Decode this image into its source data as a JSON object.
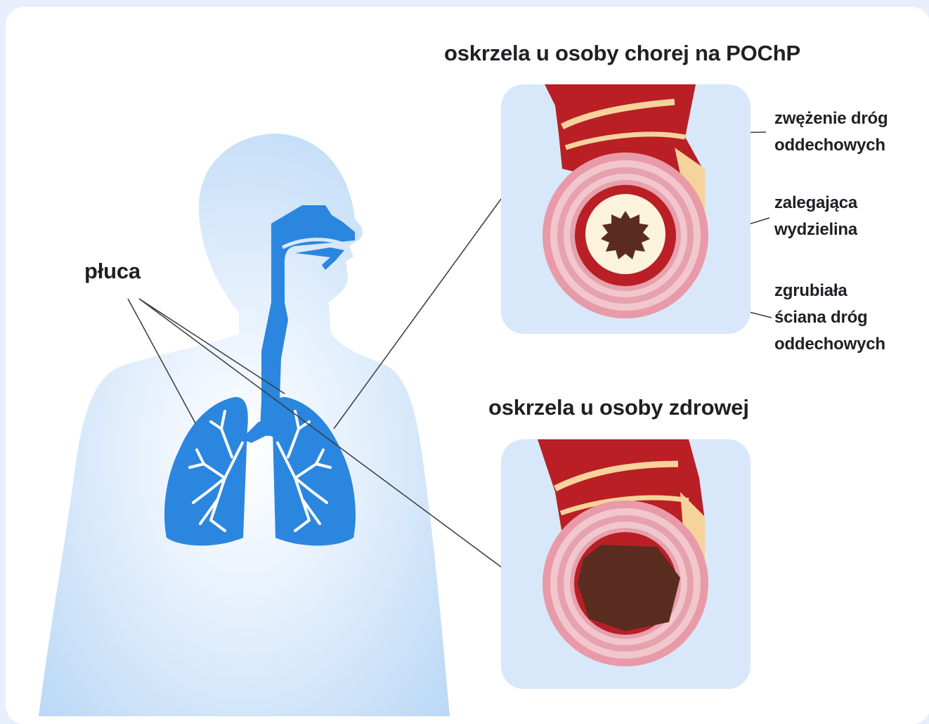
{
  "titles": {
    "sick": "oskrzela u osoby chorej na POChP",
    "healthy": "oskrzela u osoby zdrowej"
  },
  "labels": {
    "lungs": "płuca",
    "narrowing": [
      "zwężenie dróg",
      "oddechowych"
    ],
    "mucus": [
      "zalegająca",
      "wydzielina"
    ],
    "thick_wall": [
      "zgrubiała",
      "ściana dróg",
      "oddechowych"
    ]
  },
  "colors": {
    "background": "#e6effb",
    "body_silhouette": "#bcd9f6",
    "lungs": "#2b86e0",
    "panel": "#d8e8fa",
    "airway_outer": "#b91f25",
    "airway_stripe": "#f5d39b",
    "wall_rings": "#e5a1ad",
    "mucus": "#fbf3dc",
    "lumen": "#5a2c20"
  },
  "icons": [
    "human-silhouette-icon",
    "lungs-icon",
    "bronchus-cross-section-icon"
  ]
}
